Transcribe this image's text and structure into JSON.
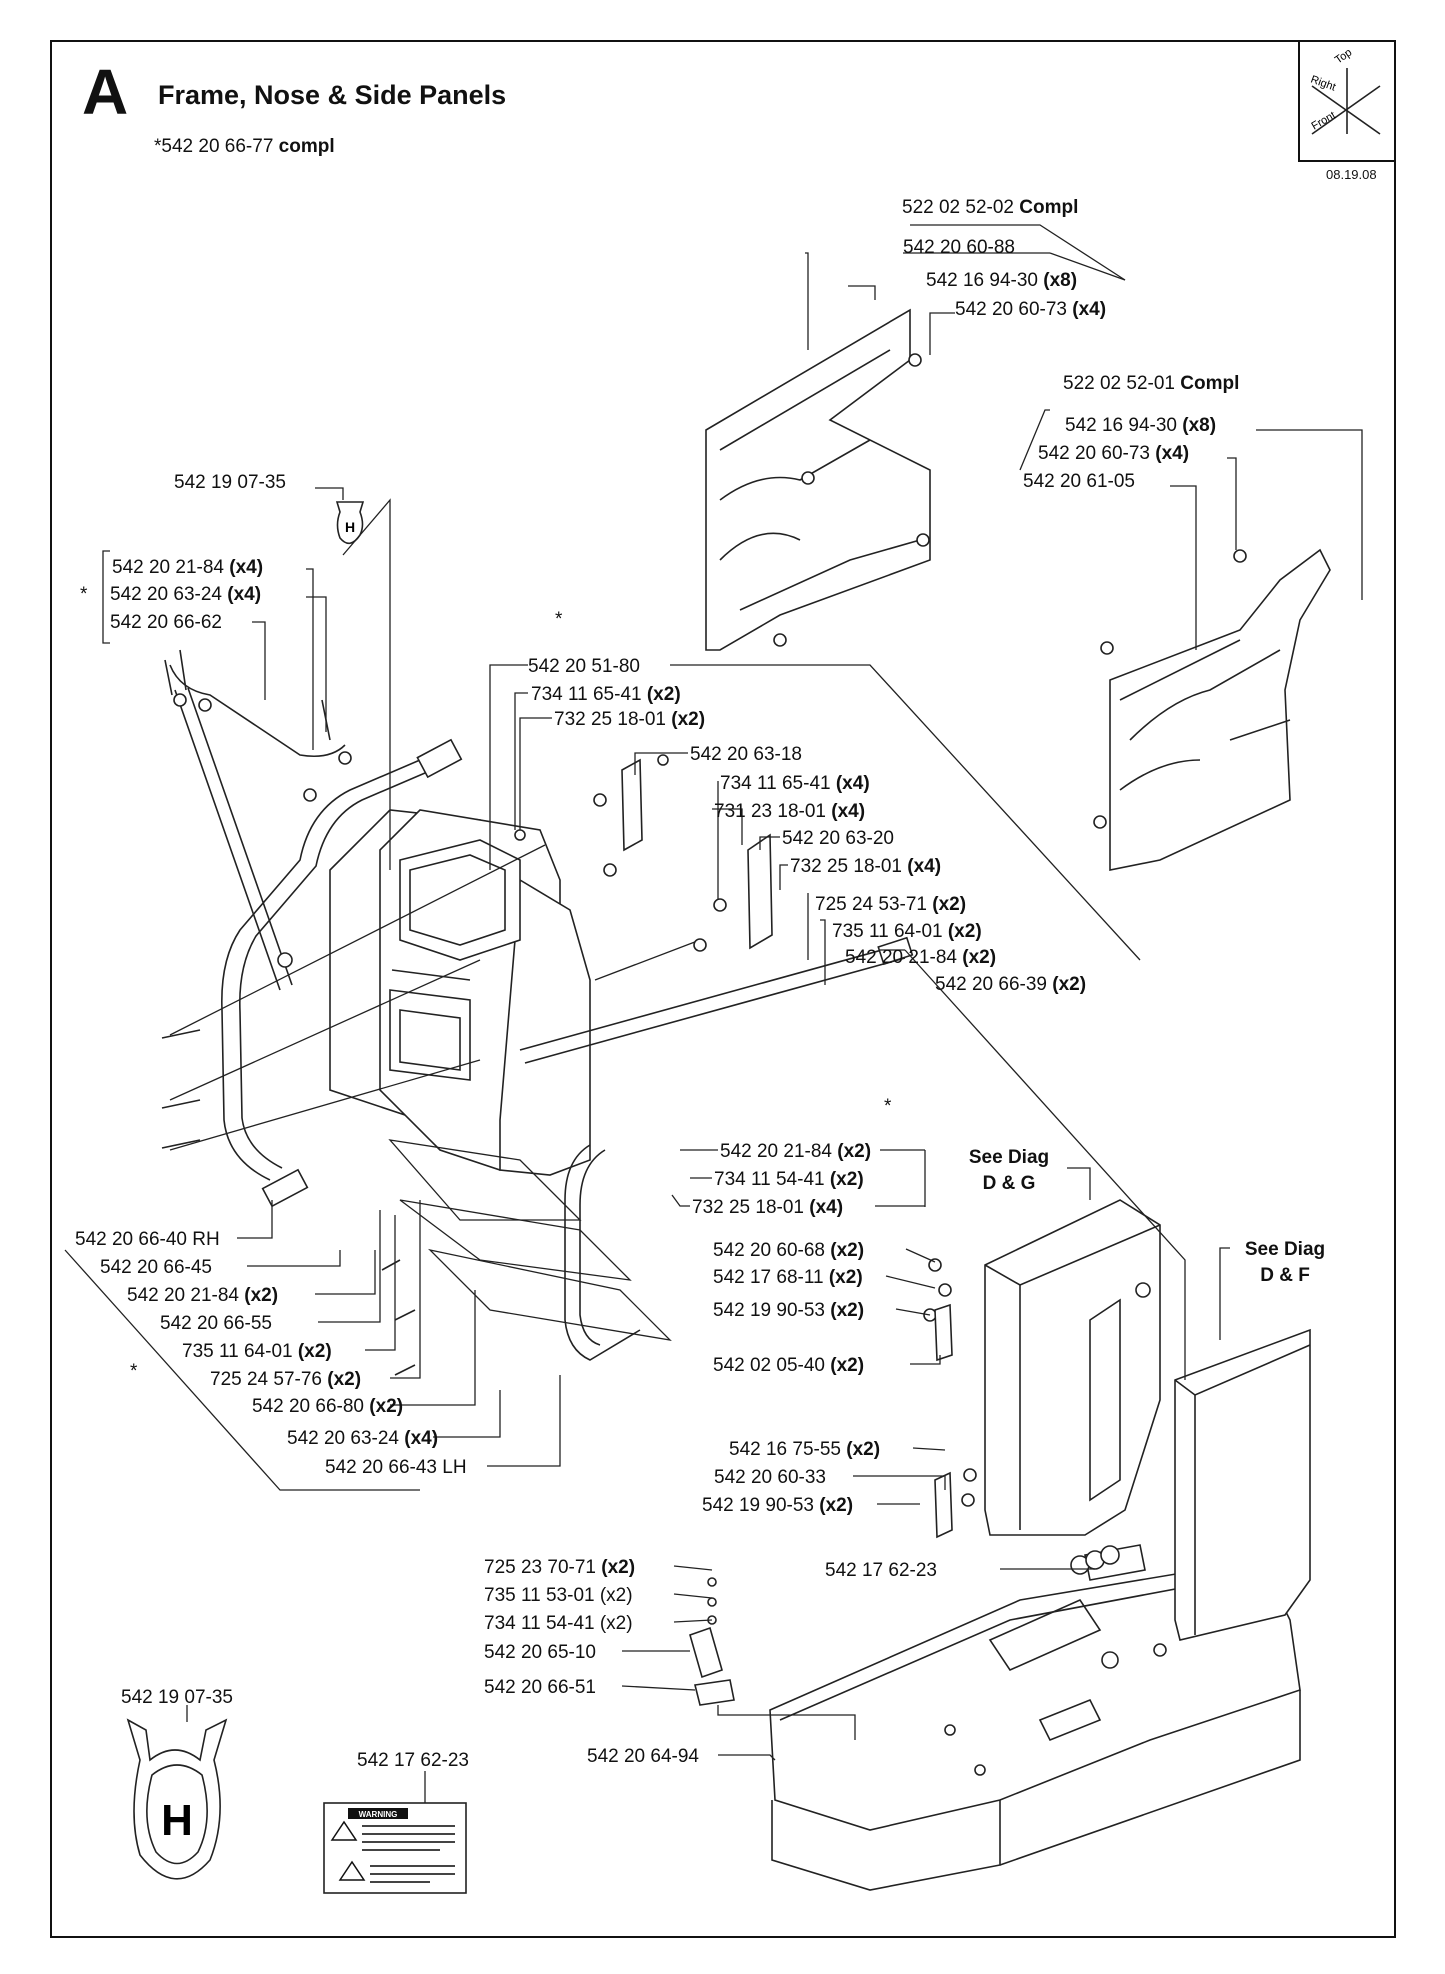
{
  "header": {
    "section_letter": "A",
    "title": "Frame, Nose & Side Panels",
    "assembly_prefix": "*542 20 66-77 ",
    "assembly_suffix": "compl",
    "date_code": "08.19.08"
  },
  "orientation": {
    "top": "Top",
    "right": "Right",
    "front": "Front"
  },
  "labels": {
    "l01": {
      "num": "522 02 52-02 ",
      "qty": "Compl"
    },
    "l02": {
      "num": "542 20 60-88",
      "qty": ""
    },
    "l03": {
      "num": "542 16 94-30 ",
      "qty": "(x8)"
    },
    "l04": {
      "num": "542 20 60-73 ",
      "qty": "(x4)"
    },
    "l05": {
      "num": "522 02 52-01 ",
      "qty": "Compl"
    },
    "l06": {
      "num": "542 16 94-30 ",
      "qty": "(x8)"
    },
    "l07": {
      "num": "542 20 60-73 ",
      "qty": "(x4)"
    },
    "l08": {
      "num": "542 20 61-05",
      "qty": ""
    },
    "l09": {
      "num": "542 19 07-35",
      "qty": ""
    },
    "l10": {
      "num": "542 20 21-84 ",
      "qty": "(x4)"
    },
    "l11": {
      "num": "542 20 63-24 ",
      "qty": "(x4)"
    },
    "l12": {
      "num": "542 20 66-62",
      "qty": ""
    },
    "l13": {
      "num": "542 20 51-80",
      "qty": ""
    },
    "l14": {
      "num": "734 11 65-41 ",
      "qty": "(x2)"
    },
    "l15": {
      "num": "732 25 18-01 ",
      "qty": "(x2)"
    },
    "l16": {
      "num": "542 20 63-18",
      "qty": ""
    },
    "l17": {
      "num": "734 11 65-41 ",
      "qty": "(x4)"
    },
    "l18": {
      "num": "731 23 18-01 ",
      "qty": "(x4)"
    },
    "l19": {
      "num": "542 20 63-20",
      "qty": ""
    },
    "l20": {
      "num": "732 25 18-01 ",
      "qty": "(x4)"
    },
    "l21": {
      "num": "725 24 53-71 ",
      "qty": "(x2)"
    },
    "l22": {
      "num": "735 11 64-01 ",
      "qty": "(x2)"
    },
    "l23": {
      "num": "542 20 21-84 ",
      "qty": "(x2)"
    },
    "l24": {
      "num": "542 20 66-39 ",
      "qty": "(x2)"
    },
    "l25": {
      "num": "542 20 21-84 ",
      "qty": "(x2)"
    },
    "l26": {
      "num": "734 11 54-41 ",
      "qty": "(x2)"
    },
    "l27": {
      "num": "732 25 18-01 ",
      "qty": "(x4)"
    },
    "l28": {
      "num": "542 20 66-40 RH",
      "qty": ""
    },
    "l29": {
      "num": "542 20 66-45",
      "qty": ""
    },
    "l30": {
      "num": "542 20 21-84 ",
      "qty": "(x2)"
    },
    "l31": {
      "num": "542 20 66-55",
      "qty": ""
    },
    "l32": {
      "num": "735 11 64-01 ",
      "qty": "(x2)"
    },
    "l33": {
      "num": "725 24 57-76 ",
      "qty": "(x2)"
    },
    "l34": {
      "num": "542 20 66-80 ",
      "qty": "(x2)"
    },
    "l35": {
      "num": "542 20 63-24 ",
      "qty": "(x4)"
    },
    "l36": {
      "num": "542 20 66-43 LH",
      "qty": ""
    },
    "l37": {
      "num": "542 20 60-68 ",
      "qty": "(x2)"
    },
    "l38": {
      "num": "542 17 68-11 ",
      "qty": "(x2)"
    },
    "l39": {
      "num": "542 19 90-53 ",
      "qty": "(x2)"
    },
    "l40": {
      "num": "542 02 05-40 ",
      "qty": "(x2)"
    },
    "l41": {
      "num": "542 16 75-55 ",
      "qty": "(x2)"
    },
    "l42": {
      "num": "542 20 60-33",
      "qty": ""
    },
    "l43": {
      "num": "542 19 90-53 ",
      "qty": "(x2)"
    },
    "l44": {
      "num": "542 17 62-23",
      "qty": ""
    },
    "l45": {
      "num": "725 23 70-71 ",
      "qty": "(x2)"
    },
    "l46": {
      "num": "735 11 53-01 (x2)",
      "qty": ""
    },
    "l47": {
      "num": "734 11 54-41 (x2)",
      "qty": ""
    },
    "l48": {
      "num": "542 20 65-10",
      "qty": ""
    },
    "l49": {
      "num": "542 20 66-51",
      "qty": ""
    },
    "l50": {
      "num": "542 20 64-94",
      "qty": ""
    },
    "l51": {
      "num": "542 19 07-35",
      "qty": ""
    },
    "l52": {
      "num": "542 17 62-23",
      "qty": ""
    }
  },
  "see_diag": {
    "dg_line1": "See Diag",
    "dg_line2": "D & G",
    "df_line1": "See Diag",
    "df_line2": "D & F"
  },
  "asterisks": {
    "a1": "*",
    "a2": "*",
    "a3": "*",
    "a4": "*"
  },
  "logo": {
    "letter": "H"
  },
  "decal": {
    "heading": "WARNING"
  }
}
